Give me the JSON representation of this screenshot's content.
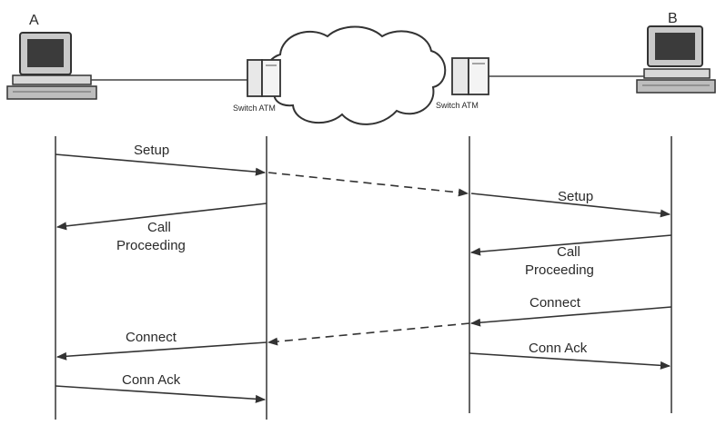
{
  "nodes": {
    "a": {
      "label": "A"
    },
    "b": {
      "label": "B"
    }
  },
  "switches": [
    {
      "label": "Switch ATM"
    },
    {
      "label": "Switch ATM"
    }
  ],
  "messages": {
    "setup_a": "Setup",
    "setup_b": "Setup",
    "call_proc_a_1": "Call",
    "call_proc_a_2": "Proceeding",
    "call_proc_b_1": "Call",
    "call_proc_b_2": "Proceeding",
    "connect_b": "Connect",
    "connect_a": "Connect",
    "conn_ack_b": "Conn Ack",
    "conn_ack_a": "Conn Ack"
  }
}
